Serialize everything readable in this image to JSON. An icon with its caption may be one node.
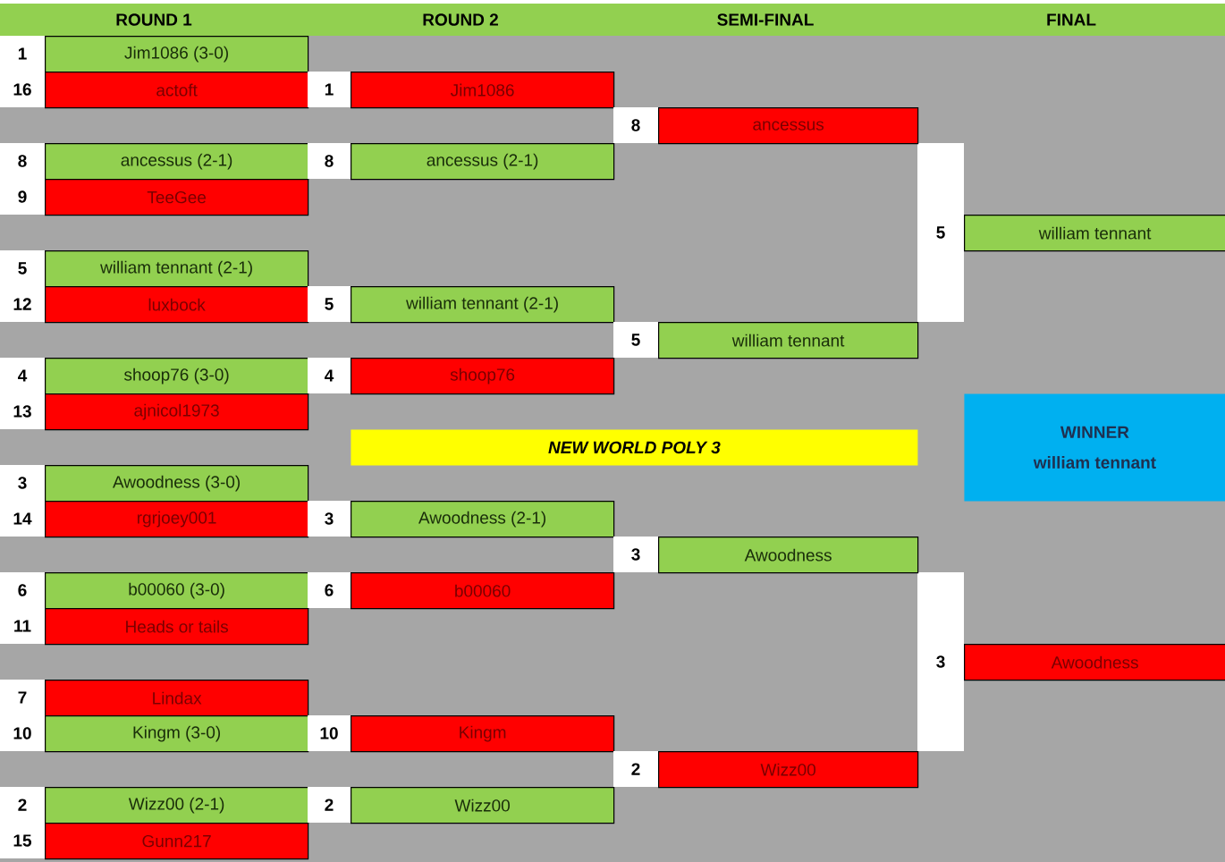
{
  "diagram": {
    "nodes": [
      {
        "text": [
          "Jim1086 (3-0)"
        ],
        "beside": [
          "1"
        ]
      },
      {
        "text": [
          "actoft"
        ],
        "beside": [
          "16"
        ]
      },
      {
        "text": [
          "Jim1086"
        ],
        "beside": [
          "1"
        ]
      },
      {
        "text": [
          "ancessus"
        ],
        "beside": [
          "8"
        ]
      },
      {
        "text": [
          "ancessus (2-1)"
        ],
        "beside": [
          "8"
        ]
      },
      {
        "text": [
          "ancessus (2-1)"
        ],
        "beside": [
          "8"
        ]
      },
      {
        "text": [
          "TeeGee"
        ],
        "beside": [
          "9"
        ]
      },
      {
        "text": [
          "william tennant"
        ],
        "beside": [
          "5"
        ]
      },
      {
        "text": [
          "william tennant (2-1)"
        ],
        "beside": [
          "5"
        ]
      },
      {
        "text": [
          "luxbock"
        ],
        "beside": [
          "12"
        ]
      },
      {
        "text": [
          "william tennant (2-1)"
        ],
        "beside": [
          "5"
        ]
      },
      {
        "text": [
          "william tennant"
        ],
        "beside": [
          "5"
        ]
      },
      {
        "text": [
          "shoop76 (3-0)"
        ],
        "beside": [
          "4"
        ]
      },
      {
        "text": [
          "shoop76"
        ],
        "beside": [
          "4"
        ]
      },
      {
        "text": [
          "ajnicol1973"
        ],
        "beside": [
          "13"
        ]
      },
      {
        "text": [
          "WINNER",
          "william tennant"
        ]
      },
      {
        "text": [
          "NEW WORLD POLY 3"
        ]
      },
      {
        "text": [
          "Awoodness (3-0)"
        ],
        "beside": [
          "3"
        ]
      },
      {
        "text": [
          "rgrjoey001"
        ],
        "beside": [
          "14"
        ]
      },
      {
        "text": [
          "Awoodness (2-1)"
        ],
        "beside": [
          "3"
        ]
      },
      {
        "text": [
          "Awoodness"
        ],
        "beside": [
          "3"
        ]
      },
      {
        "text": [
          "b00060 (3-0)"
        ],
        "beside": [
          "6"
        ]
      },
      {
        "text": [
          "b00060"
        ],
        "beside": [
          "6"
        ]
      },
      {
        "text": [
          "Heads or tails"
        ],
        "beside": [
          "11"
        ]
      },
      {
        "text": [
          "Awoodness"
        ],
        "beside": [
          "3"
        ]
      },
      {
        "text": [
          "Lindax"
        ],
        "beside": [
          "7"
        ]
      },
      {
        "text": [
          "Kingm (3-0)"
        ],
        "beside": [
          "10"
        ]
      },
      {
        "text": [
          "Kingm"
        ],
        "beside": [
          "10"
        ]
      },
      {
        "text": [
          "Wizz00"
        ],
        "beside": [
          "2"
        ]
      },
      {
        "text": [
          "Wizz00 (2-1)"
        ],
        "beside": [
          "2"
        ]
      },
      {
        "text": [
          "Wizz00"
        ],
        "beside": [
          "2"
        ]
      },
      {
        "text": [
          "Gunn217"
        ],
        "beside": [
          "15"
        ]
      }
    ],
    "labels": [
      "ROUND 1",
      "ROUND 2",
      "SEMI-FINAL",
      "FINAL"
    ]
  }
}
